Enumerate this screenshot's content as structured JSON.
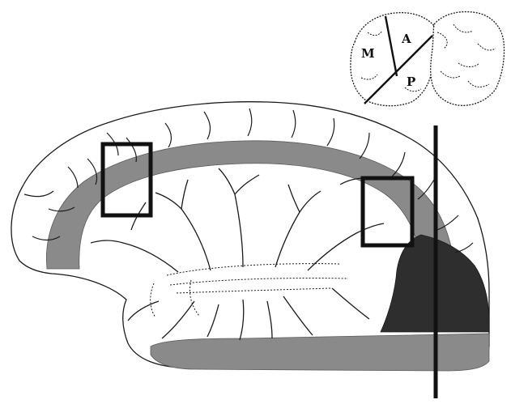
{
  "figure": {
    "inset_labels": {
      "m": "M",
      "a": "A",
      "p": "P"
    },
    "colors": {
      "background": "#ffffff",
      "outline": "#1a1a1a",
      "band_gray": "#8a8a8a",
      "dark_region": "#2e2e2e",
      "marker": "#111111"
    }
  }
}
